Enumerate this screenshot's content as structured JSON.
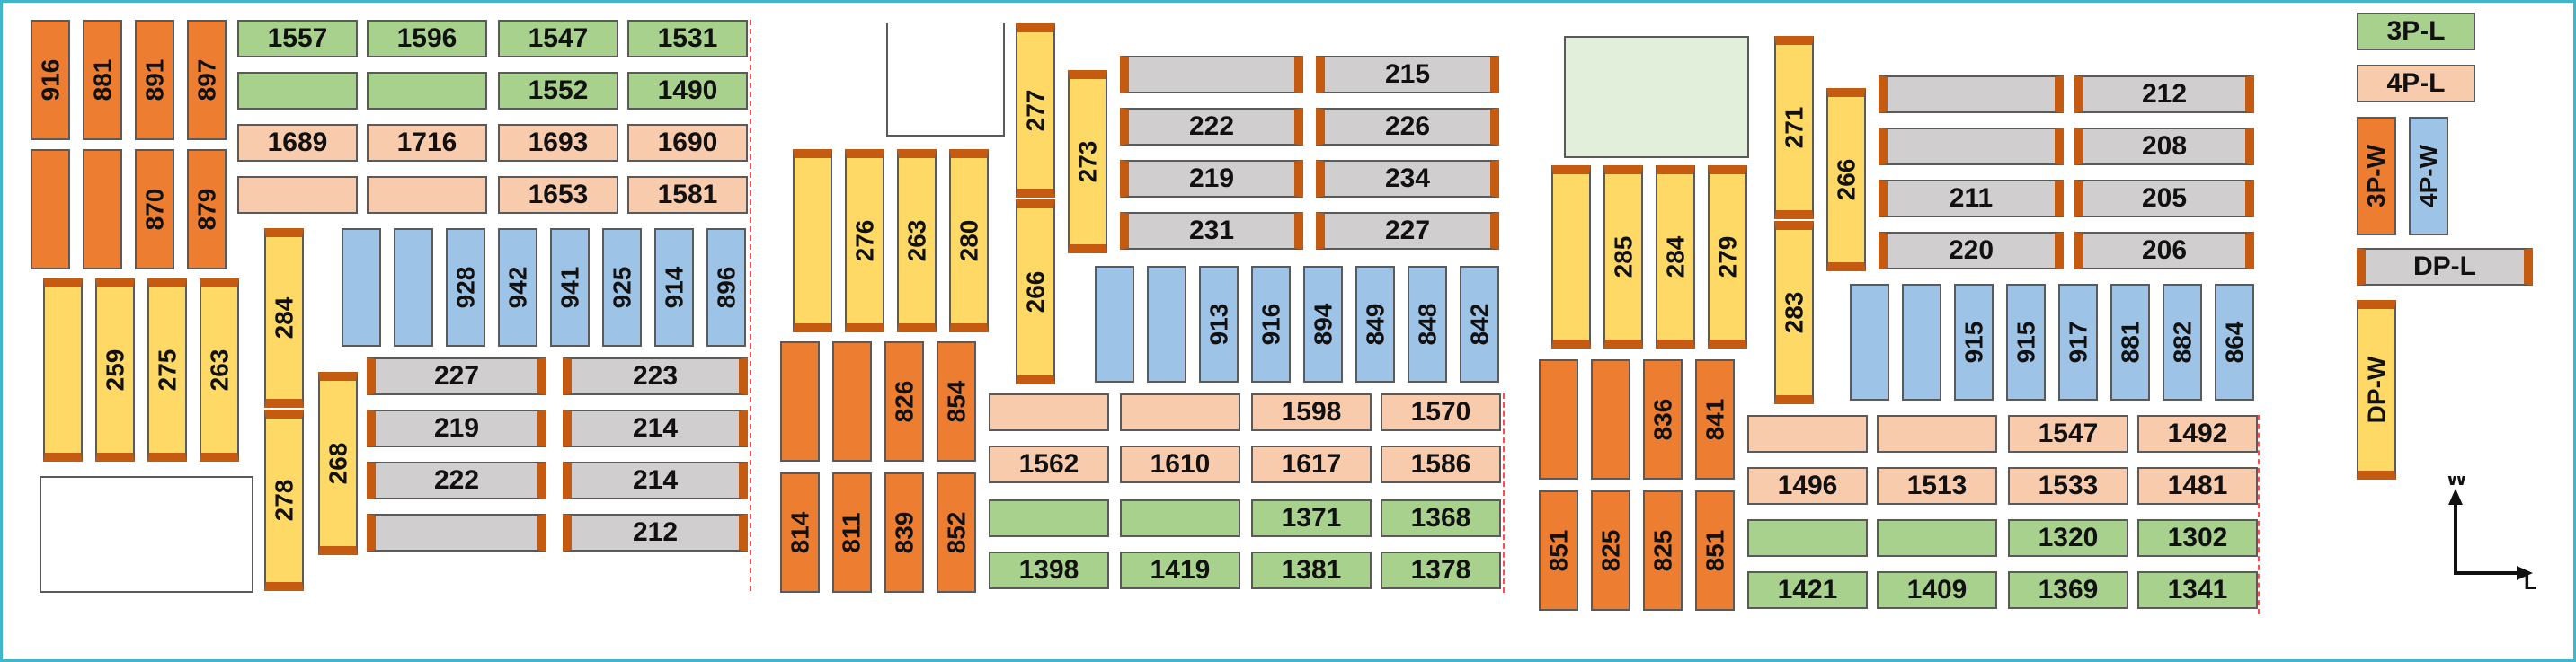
{
  "legend": {
    "items": [
      {
        "label": "3P-L",
        "color": "#a9d18e"
      },
      {
        "label": "4P-L",
        "color": "#f8cbad"
      },
      {
        "label": "3P-W",
        "color": "#ed7d31"
      },
      {
        "label": "4P-W",
        "color": "#9dc3e6"
      },
      {
        "label": "DP-L",
        "color": "#d0cece"
      },
      {
        "label": "DP-W",
        "color": "#ffd966"
      }
    ]
  },
  "compass": {
    "up_label": "W",
    "right_label": "L"
  },
  "blocks": {
    "b1": {
      "green_row1": [
        "1557",
        "1596",
        "1547",
        "1531"
      ],
      "green_row2": [
        "",
        "",
        "1552",
        "1490"
      ],
      "pink_row1": [
        "1689",
        "1716",
        "1693",
        "1690"
      ],
      "pink_row2": [
        "",
        "",
        "1653",
        "1581"
      ],
      "orange_top": [
        "916",
        "881",
        "891",
        "897"
      ],
      "orange_mid": [
        "",
        "",
        "870",
        "879"
      ],
      "yellow_left": [
        "259",
        "275",
        "263"
      ],
      "blue": [
        "",
        "",
        "928",
        "942",
        "941",
        "925",
        "914",
        "896"
      ],
      "yellow_a": [
        "284",
        "278"
      ],
      "yellow_b": "268",
      "gray": [
        [
          "227",
          "223"
        ],
        [
          "219",
          "214"
        ],
        [
          "222",
          "214"
        ],
        [
          "",
          "212"
        ]
      ]
    },
    "b2": {
      "gray": [
        [
          "",
          "215"
        ],
        [
          "222",
          "226"
        ],
        [
          "219",
          "234"
        ],
        [
          "231",
          "227"
        ]
      ],
      "yellow_tall": [
        "277",
        "266"
      ],
      "yellow_273": "273",
      "yellow_row": [
        "",
        "276",
        "263",
        "280"
      ],
      "blue": [
        "",
        "",
        "913",
        "916",
        "894",
        "849",
        "848",
        "842"
      ],
      "orange_top": [
        "",
        "",
        "826",
        "854"
      ],
      "orange_bot": [
        "814",
        "811",
        "839",
        "852"
      ],
      "pink_row1": [
        "",
        "",
        "1598",
        "1570"
      ],
      "pink_row2": [
        "1562",
        "1610",
        "1617",
        "1586"
      ],
      "green_row1": [
        "",
        "",
        "1371",
        "1368"
      ],
      "green_row2": [
        "1398",
        "1419",
        "1381",
        "1378"
      ]
    },
    "b3": {
      "yellow_tall": [
        "271",
        "283"
      ],
      "yellow_266": "266",
      "gray": [
        [
          "",
          "212"
        ],
        [
          "",
          "208"
        ],
        [
          "211",
          "205"
        ],
        [
          "220",
          "206"
        ]
      ],
      "yellow_row": [
        "",
        "285",
        "284",
        "279"
      ],
      "blue": [
        "",
        "",
        "915",
        "915",
        "917",
        "881",
        "882",
        "864"
      ],
      "orange_top": [
        "",
        "",
        "836",
        "841"
      ],
      "orange_bot": [
        "851",
        "825",
        "825",
        "851"
      ],
      "pink_row1": [
        "",
        "",
        "1547",
        "1492"
      ],
      "pink_row2": [
        "1496",
        "1513",
        "1533",
        "1481"
      ],
      "green_row1": [
        "",
        "",
        "1320",
        "1302"
      ],
      "green_row2": [
        "1421",
        "1409",
        "1369",
        "1341"
      ]
    }
  }
}
